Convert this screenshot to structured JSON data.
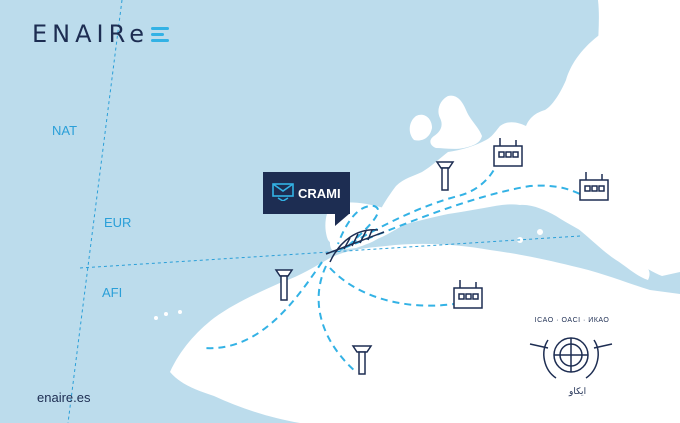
{
  "brand": {
    "name": "ENAIRe",
    "logo_icon": "logo-bars-icon",
    "accent": "#33b2e5",
    "navy": "#1d2d52"
  },
  "regions": {
    "nat": "NAT",
    "eur": "EUR",
    "afi": "AFI"
  },
  "callout": {
    "label": "CRAMI",
    "icon": "envelope-icon"
  },
  "footer": {
    "url": "enaire.es"
  },
  "icao": {
    "caption": "ICAO · OACI · ИКАО",
    "arabic": "ايكاو"
  },
  "map_icons": [
    "control-tower-icon",
    "building-icon",
    "antenna-icon",
    "bridge-icon",
    "un-emblem-icon"
  ],
  "colors": {
    "sea": "#bcdcec",
    "land": "#ffffff",
    "route": "#33b2e5",
    "boundary": "#2a9fd8"
  }
}
